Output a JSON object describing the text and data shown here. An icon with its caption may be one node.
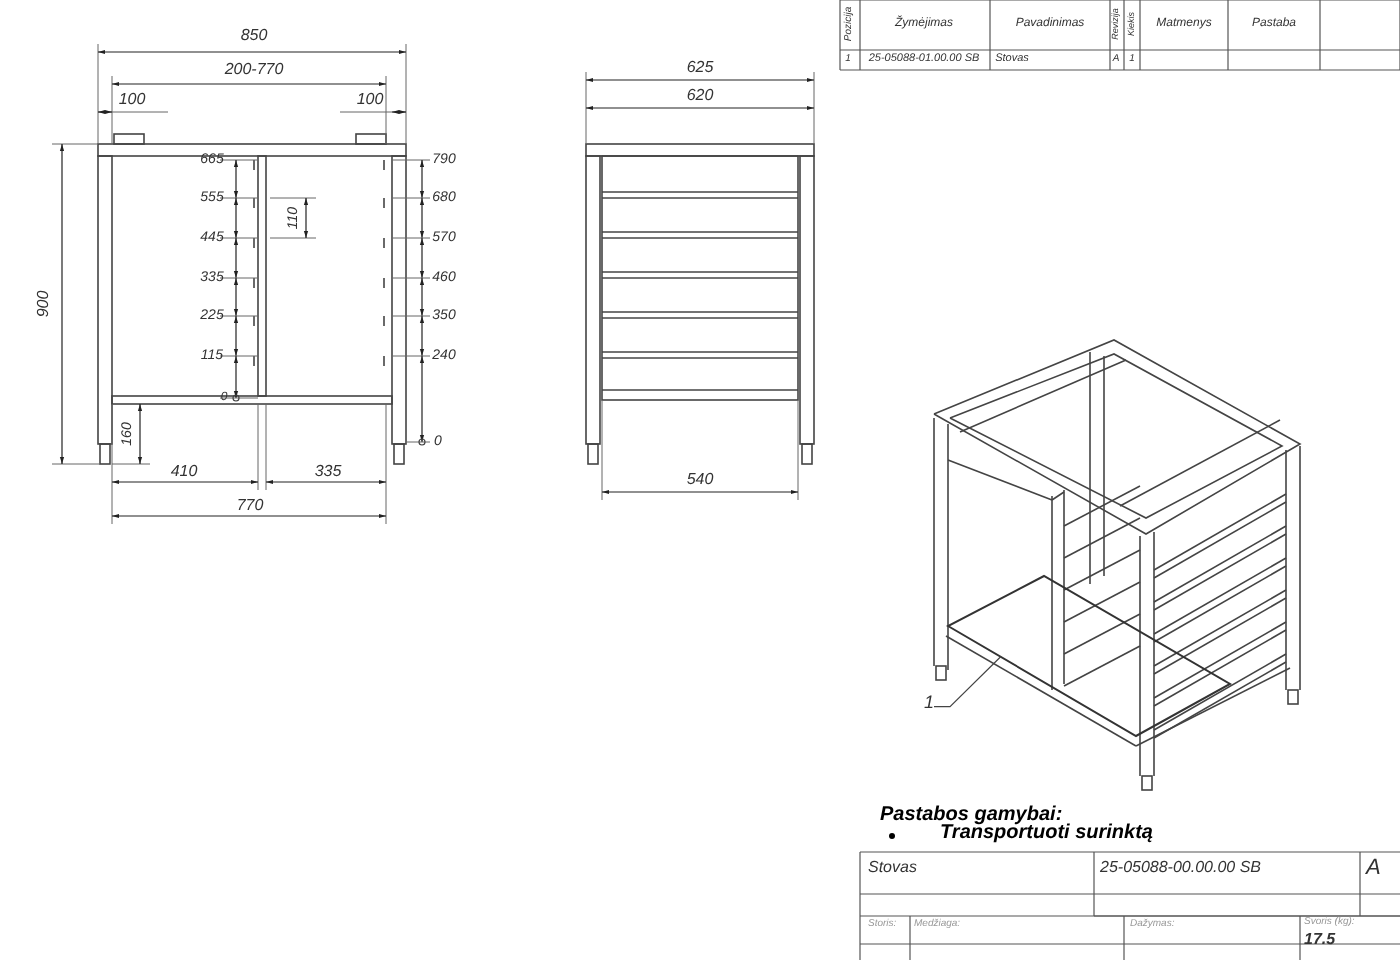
{
  "diagram": {
    "nodes": [
      {
        "text": [
          "1"
        ]
      },
      {
        "text": [],
        "shape": "picture"
      }
    ],
    "edges": [
      {
        "from": 0,
        "to": 1,
        "arrow": "none"
      }
    ],
    "labels": [
      "Pozicija",
      "Žymėjimas",
      "Pavadinimas",
      "Revizija",
      "Kiekis",
      "Matmenys",
      "Pastaba",
      "1",
      "25-05088-01.00.00 SB",
      "Stovas",
      "A",
      "1",
      "850",
      "200-770",
      "100",
      "100",
      "900",
      "665",
      "555",
      "445",
      "335",
      "225",
      "115",
      "0",
      "110",
      "790",
      "680",
      "570",
      "460",
      "350",
      "240",
      "0",
      "160",
      "410",
      "335",
      "770",
      "625",
      "620",
      "540",
      "Pastabos gamybai:",
      "Transportuoti surinktą",
      "Stovas",
      "25-05088-00.00.00 SB",
      "A",
      "Storis:",
      "Medžiaga:",
      "Dažymas:",
      "Svoris (kg):",
      "17.5"
    ]
  }
}
